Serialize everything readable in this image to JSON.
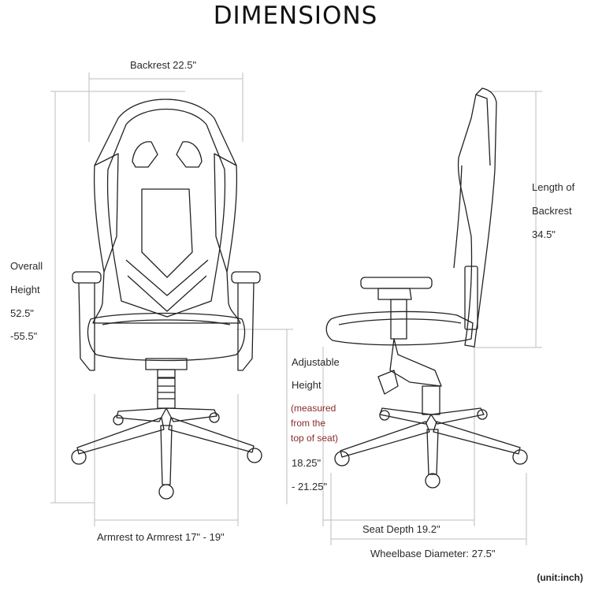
{
  "title": "DIMENSIONS",
  "labels": {
    "backrest_width": "Backrest 22.5\"",
    "overall_height": [
      "Overall",
      "Height",
      "52.5\"",
      "-55.5\""
    ],
    "backrest_length": [
      "Length of",
      "Backrest",
      "34.5\""
    ],
    "adjustable_height": [
      "Adjustable",
      "Height"
    ],
    "adjustable_note": [
      "(measured",
      "from the",
      "top of seat)"
    ],
    "adjustable_range": [
      "18.25\"",
      "- 21.25\""
    ],
    "armrest_to_armrest": "Armrest to Armrest 17\" - 19\"",
    "seat_depth": "Seat Depth 19.2\"",
    "wheelbase": "Wheelbase Diameter: 27.5\"",
    "unit": "(unit:inch)"
  },
  "colors": {
    "line": "#222222",
    "dim_line": "#bbbbbb",
    "note": "#8b2a2a"
  },
  "icons": [
    "front-chair-view",
    "side-chair-view"
  ]
}
